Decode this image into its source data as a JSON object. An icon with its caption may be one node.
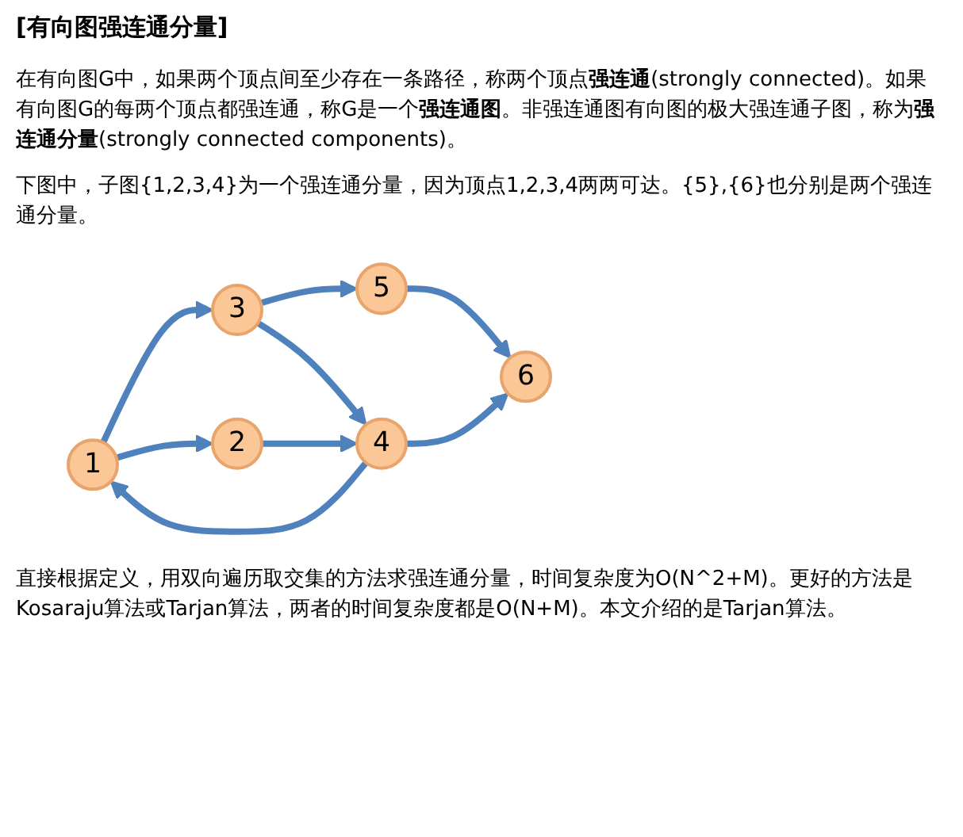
{
  "diagram": {
    "title": "[有向图强连通分量]",
    "nodes": [
      {
        "text": [
          "1"
        ]
      },
      {
        "text": [
          "3"
        ]
      },
      {
        "text": [
          "5"
        ]
      },
      {
        "text": [
          "2"
        ]
      },
      {
        "text": [
          "4"
        ]
      },
      {
        "text": [
          "6"
        ]
      }
    ],
    "edges": [
      {
        "from": 0,
        "to": 1,
        "arrow": "to"
      },
      {
        "from": 1,
        "to": 2,
        "arrow": "to"
      },
      {
        "from": 0,
        "to": 3,
        "arrow": "to"
      },
      {
        "from": 1,
        "to": 4,
        "arrow": "to"
      },
      {
        "from": 2,
        "to": 5,
        "arrow": "to"
      },
      {
        "from": 4,
        "to": 0,
        "arrow": "to"
      },
      {
        "from": 3,
        "to": 4,
        "arrow": "to"
      },
      {
        "from": 4,
        "to": 5,
        "arrow": "to"
      }
    ],
    "labels": [
      "在有向图G中，如果两个顶点间至少存在一条路径，称两个顶点**强连通**(strongly connected)。如果有向图G的每两个顶点都强连通，称G是一个**强连通图**。非强连通图有向图的极大强连通子图，称为**强连通分量**(strongly connected components)。",
      "下图中，子图{1,2,3,4}为一个强连通分量，因为顶点1,2,3,4两两可达。{5},{6}也分别是两个强连通分量。",
      "直接根据定义，用双向遍历取交集的方法求强连通分量，时间复杂度为O(N^2+M)。更好的方法是Kosaraju算法或Tarjan算法，两者的时间复杂度都是O(N+M)。本文介绍的是Tarjan算法。"
    ]
  }
}
